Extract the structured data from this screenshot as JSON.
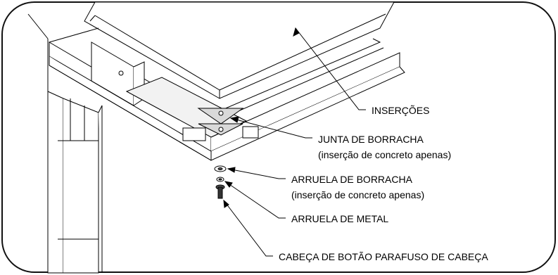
{
  "labels": {
    "insercoes": "INSERÇÕES",
    "junta": "JUNTA DE BORRACHA",
    "junta_note": "(inserção de concreto apenas)",
    "arruela_borracha": "ARRUELA DE BORRACHA",
    "arruela_borracha_note": "(inserção de concreto apenas)",
    "arruela_metal": "ARRUELA DE METAL",
    "cabeca": "CABEÇA DE BOTÃO PARAFUSO DE CABEÇA"
  },
  "colors": {
    "line": "#000000",
    "frame": "#111111",
    "shade": "#d9d9d9",
    "dark": "#555555"
  }
}
